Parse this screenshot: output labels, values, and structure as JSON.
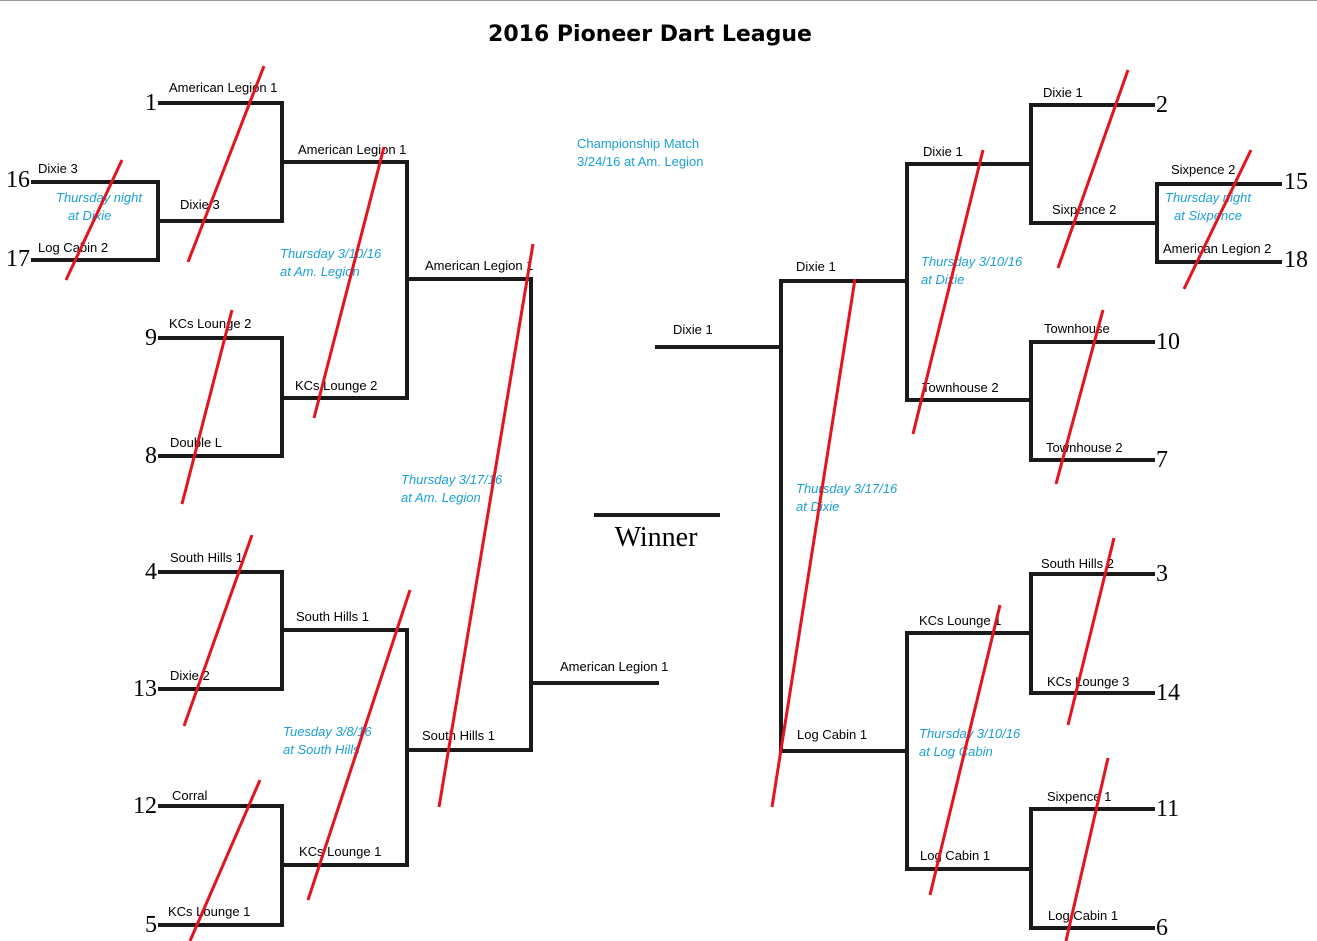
{
  "title": "2016 Pioneer Dart League",
  "championship": {
    "line1": "Championship Match",
    "line2": "3/24/16 at Am. Legion"
  },
  "winner_label": "Winner",
  "colors": {
    "bracket": "#1a1a1a",
    "strike": "#e3141d",
    "note": "#1a9fd6"
  },
  "seeds": {
    "s1": "1",
    "s16": "16",
    "s17": "17",
    "s9": "9",
    "s8": "8",
    "s4": "4",
    "s13": "13",
    "s12": "12",
    "s5": "5",
    "s2": "2",
    "s15": "15",
    "s18": "18",
    "s10": "10",
    "s7": "7",
    "s3": "3",
    "s14": "14",
    "s11": "11",
    "s6": "6"
  },
  "teams": {
    "l1": "American Legion 1",
    "l16": "Dixie 3",
    "l17": "Log Cabin 2",
    "lwc": "Dixie 3",
    "l9": "KCs Lounge 2",
    "l8": "Double L",
    "l4": "South Hills 1",
    "l13": "Dixie 2",
    "l12": "Corral",
    "l5": "KCs Lounge 1",
    "lq1": "American Legion 1",
    "lq2": "KCs Lounge 2",
    "lq3": "South Hills 1",
    "lq4": "KCs Lounge 1",
    "ls1": "American Legion 1",
    "ls2": "South Hills 1",
    "lfinal": "American Legion 1",
    "r2": "Dixie 1",
    "r15": "Sixpence 2",
    "r18": "American Legion 2",
    "rwc": "Sixpence 2",
    "r10": "Townhouse",
    "r7": "Townhouse 2",
    "r3": "South Hills 2",
    "r14": "KCs Lounge 3",
    "r11": "Sixpence 1",
    "r6": "Log Cabin 1",
    "rq1": "Dixie 1",
    "rq2": "Townhouse 2",
    "rq3": "KCs Lounge 1",
    "rq4": "Log Cabin 1",
    "rs1": "Dixie 1",
    "rs2": "Log Cabin 1",
    "rfinal": "Dixie 1"
  },
  "notes": {
    "lwc_1": "Thursday night",
    "lwc_2": "at Dixie",
    "lq_top_1": "Thursday 3/10/16",
    "lq_top_2": "at Am. Legion",
    "lq_bot_1": "Tuesday 3/8/16",
    "lq_bot_2": "at South Hills",
    "ls_1": "Thursday 3/17/16",
    "ls_2": "at Am. Legion",
    "rwc_1": "Thursday night",
    "rwc_2": "at Sixpence",
    "rq_top_1": "Thursday 3/10/16",
    "rq_top_2": "at Dixie",
    "rq_bot_1": "Thursday 3/10/16",
    "rq_bot_2": "at Log Cabin",
    "rs_1": "Thursday 3/17/16",
    "rs_2": "at Dixie"
  }
}
